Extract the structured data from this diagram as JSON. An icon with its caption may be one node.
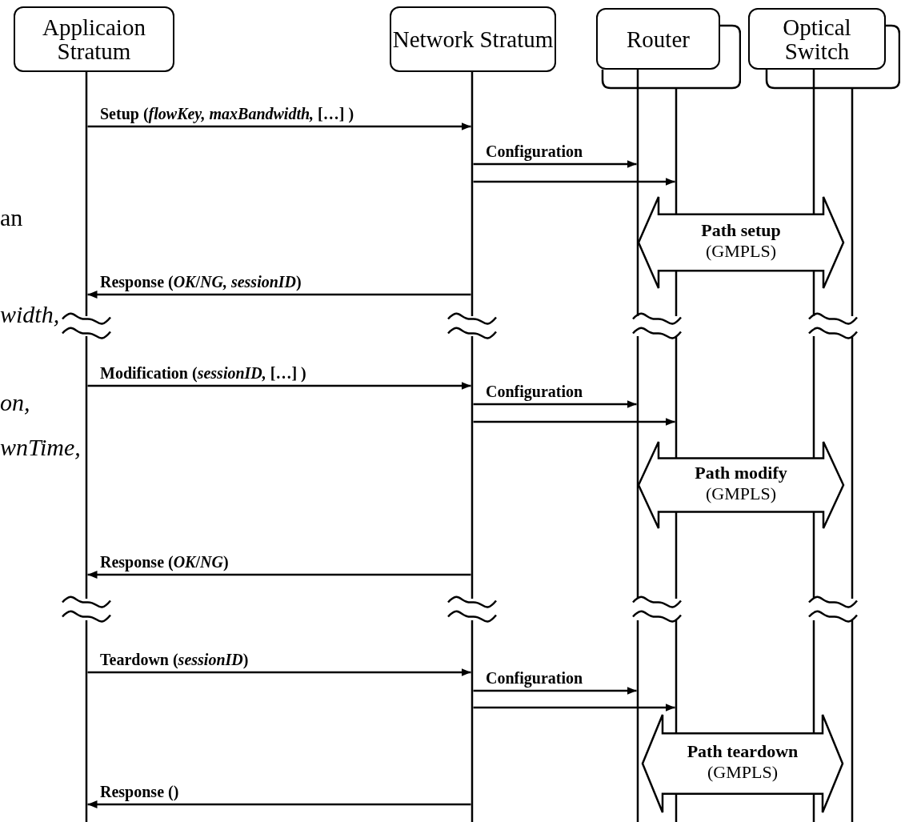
{
  "diagram": {
    "nodes": [
      {
        "text": [
          "Applicaion Stratum"
        ]
      },
      {
        "text": [
          "Network Stratum"
        ]
      },
      {
        "text": [
          "Router"
        ]
      },
      {
        "text": [
          "Optical Switch"
        ]
      }
    ],
    "edges": [
      {
        "from": 0,
        "to": 1,
        "arrow": "to",
        "label": "Setup (*flowKey, maxBandwidth,* […] )"
      },
      {
        "from": 1,
        "to": 2,
        "arrow": "to",
        "label": "Configuration"
      },
      {
        "from": 1,
        "to": 2,
        "arrow": "to"
      },
      {
        "from": 2,
        "to": 3,
        "arrow": "both",
        "label": "**Path setup** (GMPLS)"
      },
      {
        "from": 1,
        "to": 0,
        "arrow": "to",
        "label": "Response (*OK*/*NG, sessionID*)"
      },
      {
        "from": 0,
        "to": 1,
        "arrow": "to",
        "label": "Modification (*sessionID,* […] )"
      },
      {
        "from": 1,
        "to": 2,
        "arrow": "to",
        "label": "Configuration"
      },
      {
        "from": 1,
        "to": 2,
        "arrow": "to"
      },
      {
        "from": 2,
        "to": 3,
        "arrow": "both",
        "label": "**Path modify** (GMPLS)"
      },
      {
        "from": 1,
        "to": 0,
        "arrow": "to",
        "label": "Response (*OK*/*NG*)"
      },
      {
        "from": 0,
        "to": 1,
        "arrow": "to",
        "label": "Teardown (*sessionID*)"
      },
      {
        "from": 1,
        "to": 2,
        "arrow": "to",
        "label": "Configuration"
      },
      {
        "from": 1,
        "to": 2,
        "arrow": "to"
      },
      {
        "from": 2,
        "to": 3,
        "arrow": "both",
        "label": "**Path teardown** (GMPLS)"
      },
      {
        "from": 1,
        "to": 0,
        "arrow": "to",
        "label": "Response ()"
      }
    ],
    "labels": [
      "an",
      "width,",
      "on,",
      "wnTime,"
    ]
  }
}
